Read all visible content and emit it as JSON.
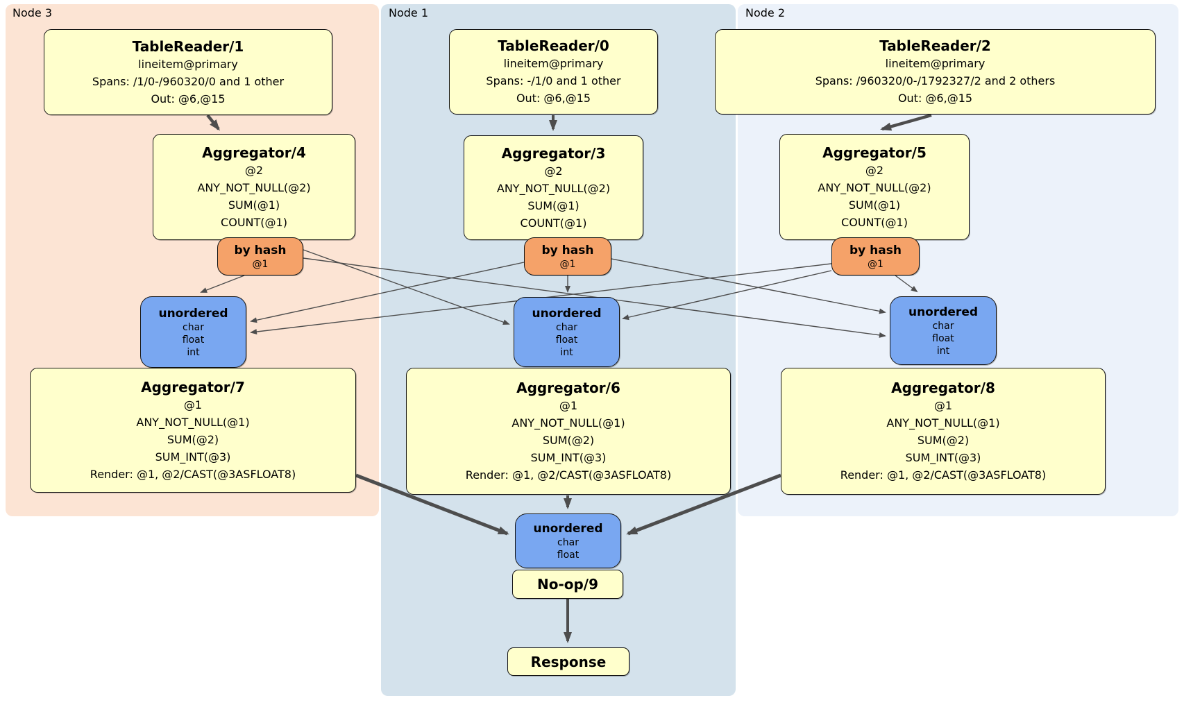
{
  "colors": {
    "yellow": "#ffffcc",
    "orange": "#f5a269",
    "blue": "#79a7f1",
    "panel_node3": "#fce4d4",
    "panel_node1": "#d4e2ec",
    "panel_node2": "#ecf2fa",
    "edge": "#4d4d4d"
  },
  "panels": [
    {
      "label": "Node 3"
    },
    {
      "label": "Node 1"
    },
    {
      "label": "Node 2"
    }
  ],
  "processors": {
    "tr1": {
      "title": "TableReader/1",
      "lines": [
        "lineitem@primary",
        "Spans: /1/0-/960320/0 and 1 other",
        "Out: @6,@15"
      ]
    },
    "tr0": {
      "title": "TableReader/0",
      "lines": [
        "lineitem@primary",
        "Spans: -/1/0 and 1 other",
        "Out: @6,@15"
      ]
    },
    "tr2": {
      "title": "TableReader/2",
      "lines": [
        "lineitem@primary",
        "Spans: /960320/0-/1792327/2 and 2 others",
        "Out: @6,@15"
      ]
    },
    "agg4": {
      "title": "Aggregator/4",
      "lines": [
        "@2",
        "ANY_NOT_NULL(@2)",
        "SUM(@1)",
        "COUNT(@1)"
      ]
    },
    "agg3": {
      "title": "Aggregator/3",
      "lines": [
        "@2",
        "ANY_NOT_NULL(@2)",
        "SUM(@1)",
        "COUNT(@1)"
      ]
    },
    "agg5": {
      "title": "Aggregator/5",
      "lines": [
        "@2",
        "ANY_NOT_NULL(@2)",
        "SUM(@1)",
        "COUNT(@1)"
      ]
    },
    "agg7": {
      "title": "Aggregator/7",
      "lines": [
        "@1",
        "ANY_NOT_NULL(@1)",
        "SUM(@2)",
        "SUM_INT(@3)",
        "Render: @1, @2/CAST(@3ASFLOAT8)"
      ]
    },
    "agg6": {
      "title": "Aggregator/6",
      "lines": [
        "@1",
        "ANY_NOT_NULL(@1)",
        "SUM(@2)",
        "SUM_INT(@3)",
        "Render: @1, @2/CAST(@3ASFLOAT8)"
      ]
    },
    "agg8": {
      "title": "Aggregator/8",
      "lines": [
        "@1",
        "ANY_NOT_NULL(@1)",
        "SUM(@2)",
        "SUM_INT(@3)",
        "Render: @1, @2/CAST(@3ASFLOAT8)"
      ]
    },
    "noop": {
      "title": "No-op/9"
    },
    "response": {
      "title": "Response"
    }
  },
  "routers": {
    "byhash3": {
      "title": "by hash",
      "detail": "@1"
    },
    "byhash1": {
      "title": "by hash",
      "detail": "@1"
    },
    "byhash2": {
      "title": "by hash",
      "detail": "@1"
    }
  },
  "syncs": {
    "uno3": {
      "title": "unordered",
      "types": [
        "char",
        "float",
        "int"
      ]
    },
    "uno1": {
      "title": "unordered",
      "types": [
        "char",
        "float",
        "int"
      ]
    },
    "uno2": {
      "title": "unordered",
      "types": [
        "char",
        "float",
        "int"
      ]
    },
    "unoFinal": {
      "title": "unordered",
      "types": [
        "char",
        "float"
      ]
    }
  },
  "edges": [
    {
      "from": "TableReader/1",
      "to": "Aggregator/4"
    },
    {
      "from": "TableReader/0",
      "to": "Aggregator/3"
    },
    {
      "from": "TableReader/2",
      "to": "Aggregator/5"
    },
    {
      "from": "Aggregator/4 by hash @1",
      "to": "unordered Node 3"
    },
    {
      "from": "Aggregator/4 by hash @1",
      "to": "unordered Node 1"
    },
    {
      "from": "Aggregator/4 by hash @1",
      "to": "unordered Node 2"
    },
    {
      "from": "Aggregator/3 by hash @1",
      "to": "unordered Node 3"
    },
    {
      "from": "Aggregator/3 by hash @1",
      "to": "unordered Node 1"
    },
    {
      "from": "Aggregator/3 by hash @1",
      "to": "unordered Node 2"
    },
    {
      "from": "Aggregator/5 by hash @1",
      "to": "unordered Node 3"
    },
    {
      "from": "Aggregator/5 by hash @1",
      "to": "unordered Node 1"
    },
    {
      "from": "Aggregator/5 by hash @1",
      "to": "unordered Node 2"
    },
    {
      "from": "Aggregator/7",
      "to": "final unordered"
    },
    {
      "from": "Aggregator/6",
      "to": "final unordered"
    },
    {
      "from": "Aggregator/8",
      "to": "final unordered"
    },
    {
      "from": "No-op/9",
      "to": "Response"
    }
  ]
}
